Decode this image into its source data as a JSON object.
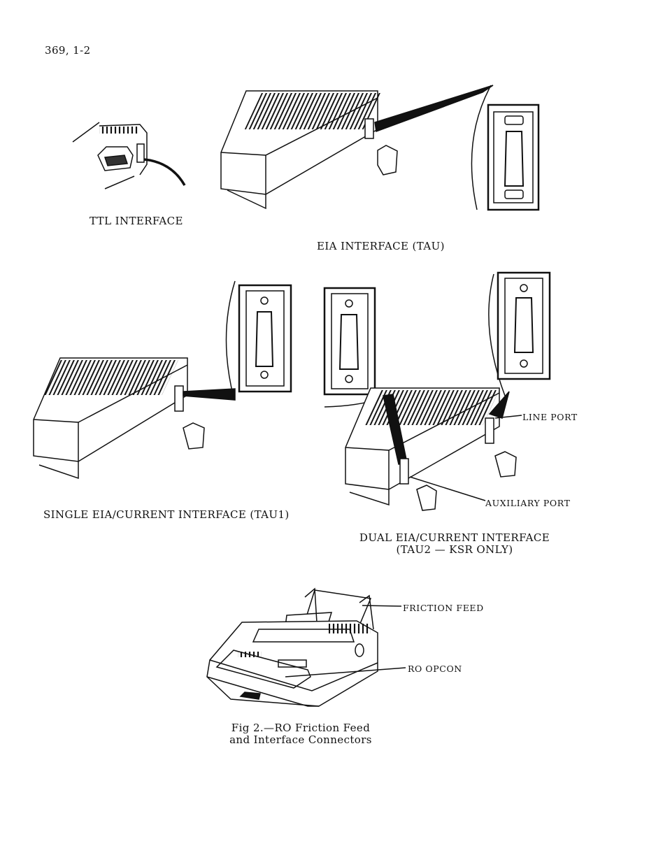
{
  "page": {
    "number": "369, 1-2"
  },
  "panels": {
    "ttl": {
      "caption": "TTL INTERFACE"
    },
    "eia_tau": {
      "caption": "EIA INTERFACE (TAU)"
    },
    "single": {
      "caption": "SINGLE EIA/CURRENT INTERFACE (TAU1)"
    },
    "dual": {
      "caption_line1": "DUAL EIA/CURRENT INTERFACE",
      "caption_line2": "(TAU2 — KSR ONLY)",
      "line_port_label": "LINE PORT",
      "aux_port_label": "AUXILIARY PORT"
    },
    "printer": {
      "friction_feed_label": "FRICTION FEED",
      "opcon_label": "RO OPCON"
    }
  },
  "figure": {
    "caption_line1": "Fig 2.—RO Friction Feed",
    "caption_line2": "and Interface Connectors"
  }
}
